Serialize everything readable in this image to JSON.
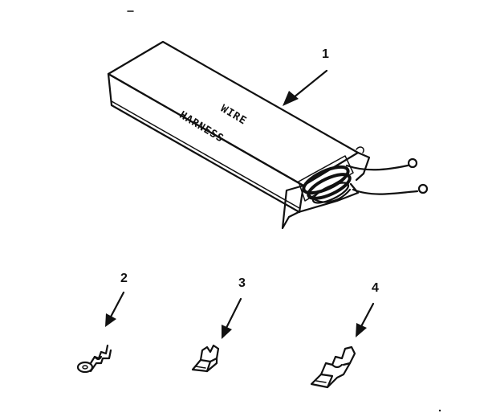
{
  "diagram": {
    "box_label_line1": "WIRE",
    "box_label_line2": "HARNESS",
    "callouts": {
      "item_1": "1",
      "item_2": "2",
      "item_3": "3",
      "item_4": "4"
    }
  },
  "icons": {
    "box": "wire-harness-box-icon",
    "terminal_2": "ring-terminal-icon",
    "terminal_3": "spade-terminal-icon",
    "terminal_4": "flag-terminal-icon"
  }
}
